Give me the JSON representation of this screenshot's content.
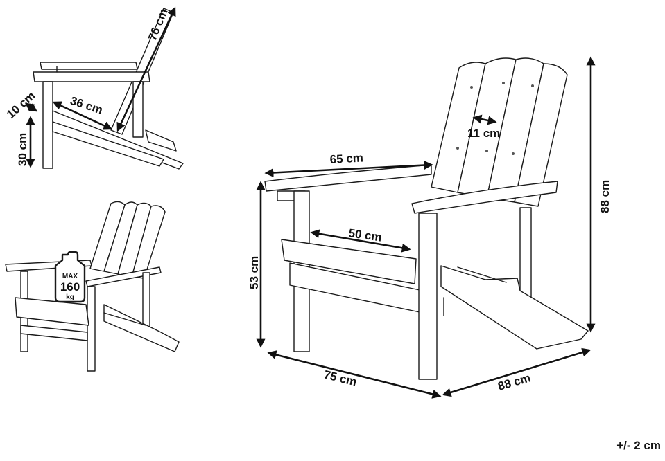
{
  "side_view": {
    "back_length": "76 cm",
    "armrest_gap": "10 cm",
    "seat_depth": "36 cm",
    "seat_height": "30 cm"
  },
  "capacity": {
    "label_max": "MAX",
    "value": "160",
    "unit": "kg"
  },
  "front_view": {
    "armrest_width": "65 cm",
    "slat_width": "11 cm",
    "seat_width": "50 cm",
    "total_height": "88 cm",
    "armrest_height": "53 cm",
    "width": "75 cm",
    "depth": "88 cm"
  },
  "tolerance": "+/- 2 cm"
}
